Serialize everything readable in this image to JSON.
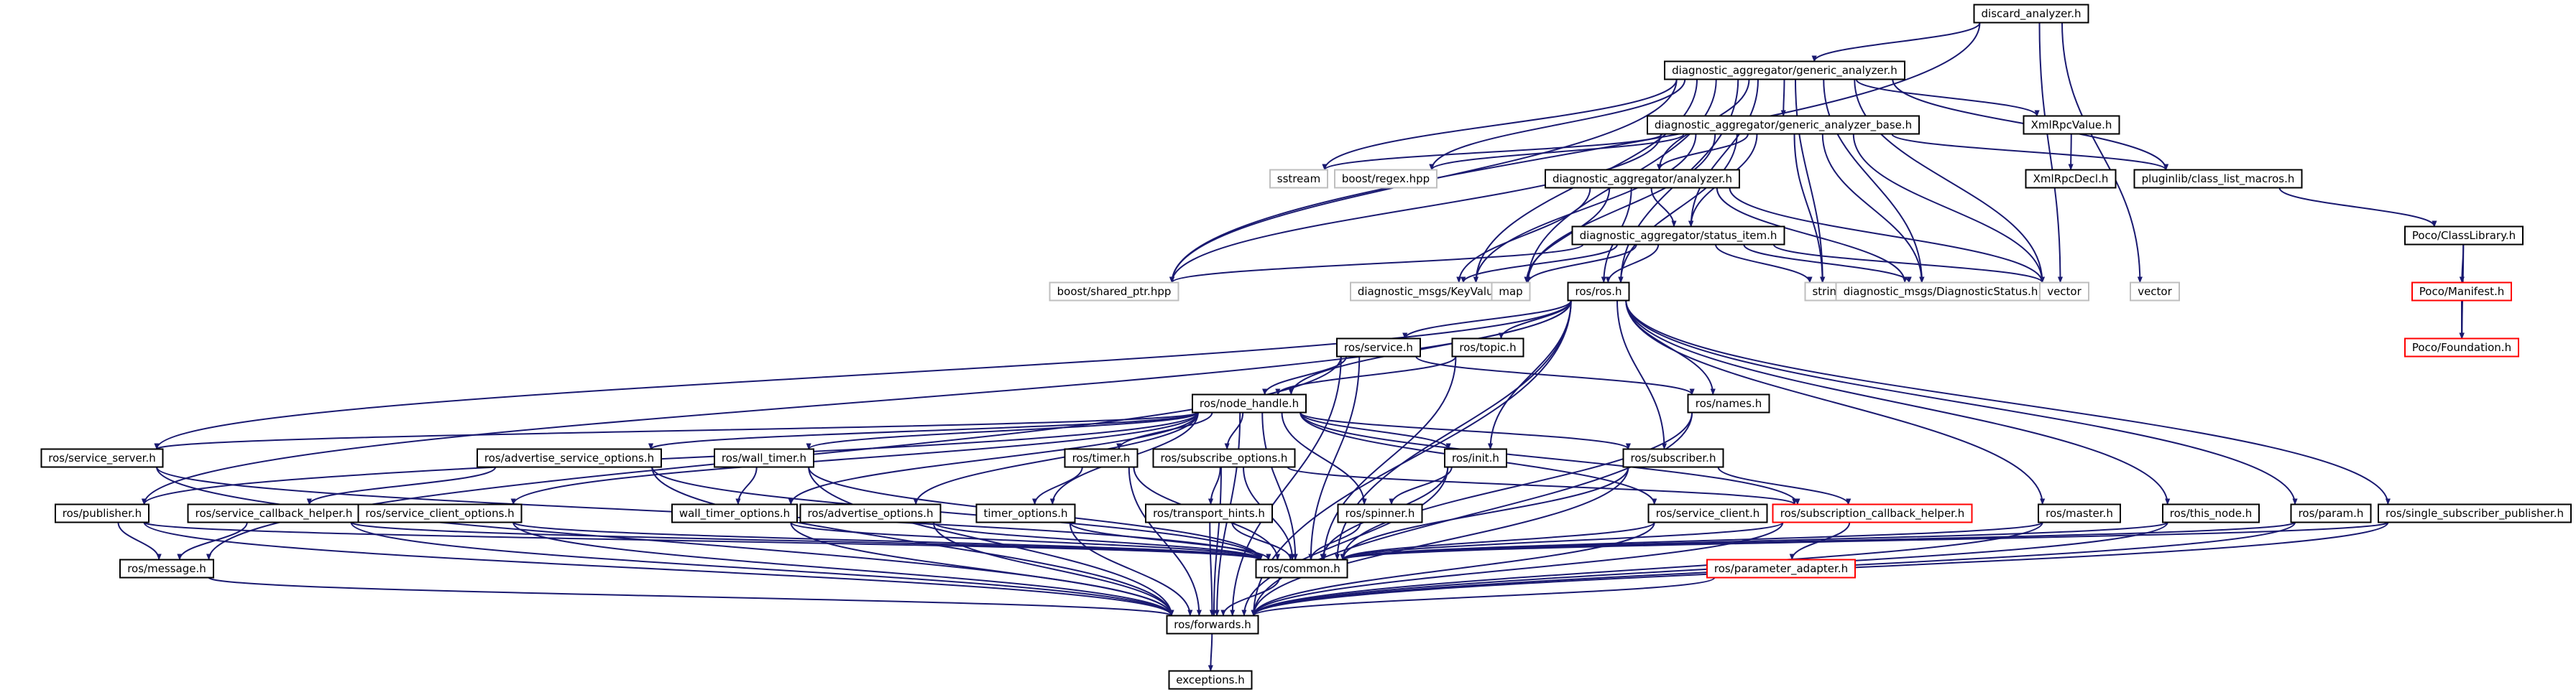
{
  "colors": {
    "edge": "#191970",
    "border_default": "#000000",
    "border_external": "#bfbfbf",
    "border_link": "#ff0000",
    "root_fill": "#bfbfbf",
    "background": "#ffffff"
  },
  "nodes": [
    {
      "id": "n0",
      "label": "discard_analyzer.h",
      "style": "root"
    },
    {
      "id": "n1",
      "label": "diagnostic_aggregator/generic_analyzer.h",
      "style": "default"
    },
    {
      "id": "n2",
      "label": "diagnostic_aggregator/generic_analyzer_base.h",
      "style": "default"
    },
    {
      "id": "n3",
      "label": "XmlRpcValue.h",
      "style": "default"
    },
    {
      "id": "n4",
      "label": "sstream",
      "style": "external"
    },
    {
      "id": "n5",
      "label": "boost/regex.hpp",
      "style": "external"
    },
    {
      "id": "n6",
      "label": "diagnostic_aggregator/analyzer.h",
      "style": "default"
    },
    {
      "id": "n7",
      "label": "XmlRpcDecl.h",
      "style": "default"
    },
    {
      "id": "n8",
      "label": "pluginlib/class_list_macros.h",
      "style": "default"
    },
    {
      "id": "n9",
      "label": "diagnostic_aggregator/status_item.h",
      "style": "default"
    },
    {
      "id": "n10",
      "label": "Poco/ClassLibrary.h",
      "style": "default"
    },
    {
      "id": "n11",
      "label": "boost/shared_ptr.hpp",
      "style": "external"
    },
    {
      "id": "n12",
      "label": "diagnostic_msgs/KeyValue.h",
      "style": "external"
    },
    {
      "id": "n13",
      "label": "map",
      "style": "external"
    },
    {
      "id": "n14",
      "label": "ros/ros.h",
      "style": "default"
    },
    {
      "id": "n15",
      "label": "string",
      "style": "external"
    },
    {
      "id": "n16",
      "label": "diagnostic_msgs/DiagnosticStatus.h",
      "style": "external"
    },
    {
      "id": "n17",
      "label": "vector",
      "style": "external"
    },
    {
      "id": "n18",
      "label": "vector",
      "style": "external"
    },
    {
      "id": "n19",
      "label": "Poco/Manifest.h",
      "style": "link"
    },
    {
      "id": "n20",
      "label": "Poco/Foundation.h",
      "style": "link"
    },
    {
      "id": "n21",
      "label": "ros/service.h",
      "style": "default"
    },
    {
      "id": "n22",
      "label": "ros/topic.h",
      "style": "default"
    },
    {
      "id": "n23",
      "label": "ros/node_handle.h",
      "style": "default"
    },
    {
      "id": "n24",
      "label": "ros/names.h",
      "style": "default"
    },
    {
      "id": "n25",
      "label": "ros/service_server.h",
      "style": "default"
    },
    {
      "id": "n26",
      "label": "ros/advertise_service_options.h",
      "style": "default"
    },
    {
      "id": "n27",
      "label": "ros/wall_timer.h",
      "style": "default"
    },
    {
      "id": "n28",
      "label": "ros/timer.h",
      "style": "default"
    },
    {
      "id": "n29",
      "label": "ros/subscribe_options.h",
      "style": "default"
    },
    {
      "id": "n30",
      "label": "ros/init.h",
      "style": "default"
    },
    {
      "id": "n31",
      "label": "ros/subscriber.h",
      "style": "default"
    },
    {
      "id": "n32",
      "label": "ros/publisher.h",
      "style": "default"
    },
    {
      "id": "n33",
      "label": "ros/service_callback_helper.h",
      "style": "default"
    },
    {
      "id": "n34",
      "label": "ros/service_client_options.h",
      "style": "default"
    },
    {
      "id": "n35",
      "label": "wall_timer_options.h",
      "style": "default"
    },
    {
      "id": "n36",
      "label": "ros/advertise_options.h",
      "style": "default"
    },
    {
      "id": "n37",
      "label": "timer_options.h",
      "style": "default"
    },
    {
      "id": "n38",
      "label": "ros/transport_hints.h",
      "style": "default"
    },
    {
      "id": "n39",
      "label": "ros/spinner.h",
      "style": "default"
    },
    {
      "id": "n40",
      "label": "ros/service_client.h",
      "style": "default"
    },
    {
      "id": "n41",
      "label": "ros/subscription_callback_helper.h",
      "style": "link"
    },
    {
      "id": "n42",
      "label": "ros/master.h",
      "style": "default"
    },
    {
      "id": "n43",
      "label": "ros/this_node.h",
      "style": "default"
    },
    {
      "id": "n44",
      "label": "ros/param.h",
      "style": "default"
    },
    {
      "id": "n45",
      "label": "ros/single_subscriber_publisher.h",
      "style": "default"
    },
    {
      "id": "n46",
      "label": "ros/message.h",
      "style": "default"
    },
    {
      "id": "n47",
      "label": "ros/common.h",
      "style": "default"
    },
    {
      "id": "n48",
      "label": "ros/parameter_adapter.h",
      "style": "link"
    },
    {
      "id": "n49",
      "label": "ros/forwards.h",
      "style": "default"
    },
    {
      "id": "n50",
      "label": "exceptions.h",
      "style": "default"
    }
  ],
  "edges": [
    [
      "n0",
      "n1"
    ],
    [
      "n0",
      "n11"
    ],
    [
      "n0",
      "n17"
    ],
    [
      "n0",
      "n18"
    ],
    [
      "n1",
      "n2"
    ],
    [
      "n1",
      "n3"
    ],
    [
      "n1",
      "n4"
    ],
    [
      "n1",
      "n5"
    ],
    [
      "n1",
      "n6"
    ],
    [
      "n1",
      "n8"
    ],
    [
      "n1",
      "n9"
    ],
    [
      "n1",
      "n11"
    ],
    [
      "n1",
      "n12"
    ],
    [
      "n1",
      "n13"
    ],
    [
      "n1",
      "n14"
    ],
    [
      "n1",
      "n15"
    ],
    [
      "n1",
      "n16"
    ],
    [
      "n1",
      "n17"
    ],
    [
      "n2",
      "n4"
    ],
    [
      "n2",
      "n5"
    ],
    [
      "n2",
      "n6"
    ],
    [
      "n2",
      "n8"
    ],
    [
      "n2",
      "n9"
    ],
    [
      "n2",
      "n11"
    ],
    [
      "n2",
      "n12"
    ],
    [
      "n2",
      "n13"
    ],
    [
      "n2",
      "n14"
    ],
    [
      "n2",
      "n15"
    ],
    [
      "n2",
      "n16"
    ],
    [
      "n2",
      "n17"
    ],
    [
      "n3",
      "n7"
    ],
    [
      "n6",
      "n9"
    ],
    [
      "n6",
      "n12"
    ],
    [
      "n6",
      "n13"
    ],
    [
      "n6",
      "n14"
    ],
    [
      "n6",
      "n16"
    ],
    [
      "n6",
      "n17"
    ],
    [
      "n8",
      "n10"
    ],
    [
      "n9",
      "n11"
    ],
    [
      "n9",
      "n12"
    ],
    [
      "n9",
      "n13"
    ],
    [
      "n9",
      "n14"
    ],
    [
      "n9",
      "n15"
    ],
    [
      "n9",
      "n16"
    ],
    [
      "n9",
      "n17"
    ],
    [
      "n10",
      "n19"
    ],
    [
      "n10",
      "n20"
    ],
    [
      "n19",
      "n20"
    ],
    [
      "n14",
      "n21"
    ],
    [
      "n14",
      "n22"
    ],
    [
      "n14",
      "n23"
    ],
    [
      "n14",
      "n24"
    ],
    [
      "n14",
      "n25"
    ],
    [
      "n14",
      "n30"
    ],
    [
      "n14",
      "n31"
    ],
    [
      "n14",
      "n32"
    ],
    [
      "n14",
      "n42"
    ],
    [
      "n14",
      "n43"
    ],
    [
      "n14",
      "n44"
    ],
    [
      "n14",
      "n45"
    ],
    [
      "n14",
      "n47"
    ],
    [
      "n14",
      "n49"
    ],
    [
      "n21",
      "n23"
    ],
    [
      "n21",
      "n24"
    ],
    [
      "n21",
      "n46"
    ],
    [
      "n21",
      "n47"
    ],
    [
      "n21",
      "n49"
    ],
    [
      "n22",
      "n23"
    ],
    [
      "n22",
      "n47"
    ],
    [
      "n23",
      "n25"
    ],
    [
      "n23",
      "n26"
    ],
    [
      "n23",
      "n27"
    ],
    [
      "n23",
      "n28"
    ],
    [
      "n23",
      "n29"
    ],
    [
      "n23",
      "n30"
    ],
    [
      "n23",
      "n31"
    ],
    [
      "n23",
      "n32"
    ],
    [
      "n23",
      "n34"
    ],
    [
      "n23",
      "n35"
    ],
    [
      "n23",
      "n36"
    ],
    [
      "n23",
      "n37"
    ],
    [
      "n23",
      "n39"
    ],
    [
      "n23",
      "n40"
    ],
    [
      "n23",
      "n41"
    ],
    [
      "n23",
      "n47"
    ],
    [
      "n23",
      "n49"
    ],
    [
      "n24",
      "n47"
    ],
    [
      "n24",
      "n49"
    ],
    [
      "n25",
      "n47"
    ],
    [
      "n25",
      "n49"
    ],
    [
      "n26",
      "n33"
    ],
    [
      "n26",
      "n47"
    ],
    [
      "n26",
      "n49"
    ],
    [
      "n27",
      "n35"
    ],
    [
      "n27",
      "n47"
    ],
    [
      "n27",
      "n49"
    ],
    [
      "n28",
      "n37"
    ],
    [
      "n28",
      "n47"
    ],
    [
      "n28",
      "n49"
    ],
    [
      "n29",
      "n38"
    ],
    [
      "n29",
      "n41"
    ],
    [
      "n29",
      "n47"
    ],
    [
      "n29",
      "n49"
    ],
    [
      "n30",
      "n39"
    ],
    [
      "n30",
      "n47"
    ],
    [
      "n30",
      "n49"
    ],
    [
      "n31",
      "n41"
    ],
    [
      "n31",
      "n47"
    ],
    [
      "n31",
      "n49"
    ],
    [
      "n32",
      "n46"
    ],
    [
      "n32",
      "n47"
    ],
    [
      "n32",
      "n49"
    ],
    [
      "n33",
      "n46"
    ],
    [
      "n33",
      "n47"
    ],
    [
      "n33",
      "n49"
    ],
    [
      "n34",
      "n47"
    ],
    [
      "n34",
      "n49"
    ],
    [
      "n35",
      "n47"
    ],
    [
      "n35",
      "n49"
    ],
    [
      "n36",
      "n47"
    ],
    [
      "n36",
      "n49"
    ],
    [
      "n37",
      "n47"
    ],
    [
      "n37",
      "n49"
    ],
    [
      "n38",
      "n47"
    ],
    [
      "n38",
      "n49"
    ],
    [
      "n39",
      "n47"
    ],
    [
      "n40",
      "n47"
    ],
    [
      "n40",
      "n49"
    ],
    [
      "n41",
      "n47"
    ],
    [
      "n41",
      "n48"
    ],
    [
      "n41",
      "n49"
    ],
    [
      "n42",
      "n47"
    ],
    [
      "n42",
      "n49"
    ],
    [
      "n43",
      "n47"
    ],
    [
      "n43",
      "n49"
    ],
    [
      "n44",
      "n47"
    ],
    [
      "n44",
      "n49"
    ],
    [
      "n45",
      "n47"
    ],
    [
      "n45",
      "n49"
    ],
    [
      "n46",
      "n49"
    ],
    [
      "n47",
      "n49"
    ],
    [
      "n48",
      "n49"
    ],
    [
      "n49",
      "n50"
    ]
  ]
}
